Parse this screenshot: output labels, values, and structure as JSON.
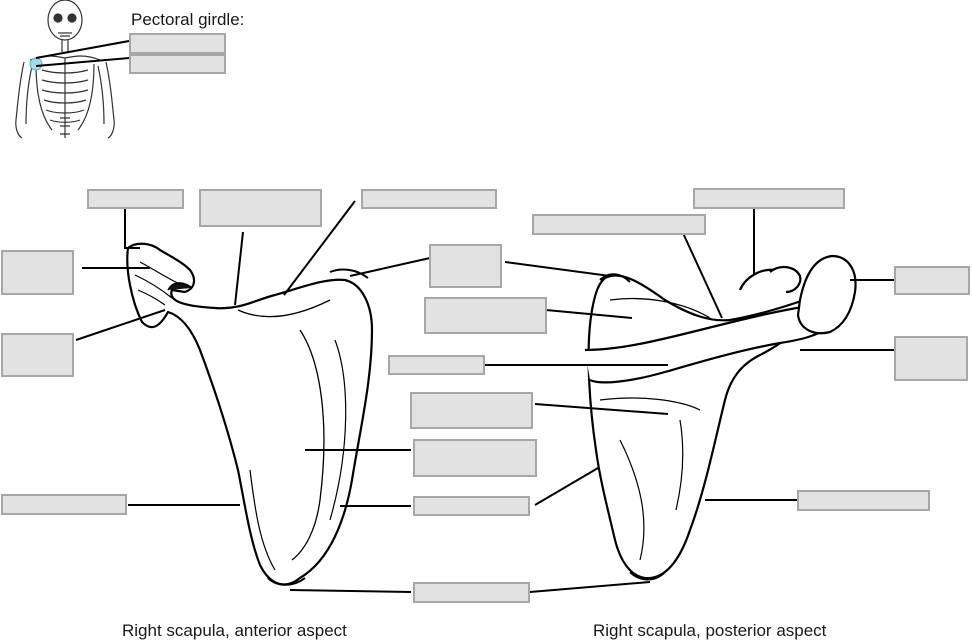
{
  "title": "Pectoral girdle:",
  "captions": {
    "anterior": "Right scapula, anterior aspect",
    "posterior": "Right scapula, posterior aspect"
  },
  "colors": {
    "box_fill": "#e2e2e2",
    "box_border": "#a7a7a7",
    "highlight": "#a8d8ec"
  },
  "label_boxes": [
    "pectoral-girdle-1",
    "pectoral-girdle-2",
    "anterior-top-left",
    "anterior-top-middle",
    "anterior-top-right",
    "anterior-left-upper",
    "anterior-left-lower",
    "center-top",
    "anterior-face",
    "anterior-lateral-border",
    "anterior-medial-border",
    "inferior-angle",
    "posterior-top-left",
    "posterior-top-right",
    "posterior-right-upper",
    "posterior-right-middle",
    "posterior-face-upper",
    "posterior-spine",
    "posterior-face-lower",
    "anterior-lateral-left",
    "posterior-lateral-border"
  ]
}
